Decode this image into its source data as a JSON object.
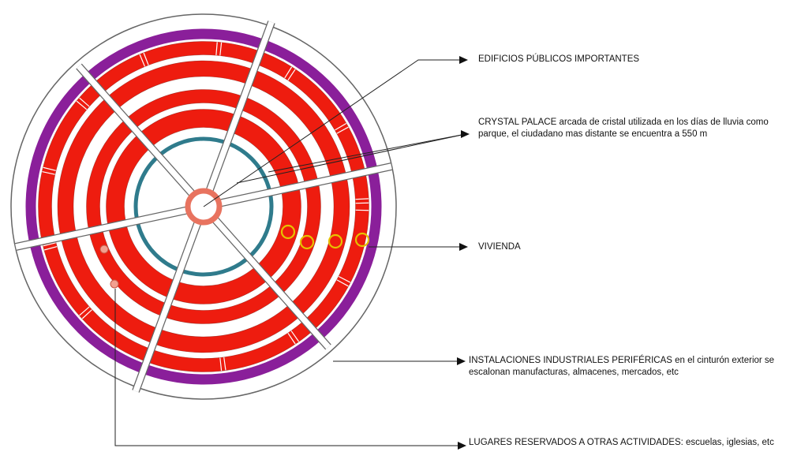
{
  "colors": {
    "housing_red": "#ee1c0f",
    "industrial_purple": "#8a1f9a",
    "crystal_palace_teal": "#2f7b8c",
    "center_salmon": "#e8735f",
    "marker_yellow": "#e6c100",
    "outline": "#555555"
  },
  "labels": {
    "public_buildings": "EDIFICIOS PÚBLICOS IMPORTANTES",
    "crystal_palace": "CRYSTAL PALACE arcada de cristal utilizada en los días de lluvia como parque, el ciudadano mas distante se encuentra a 550 m",
    "housing": "VIVIENDA",
    "industrial": "INSTALACIONES INDUSTRIALES PERIFÉRICAS en el cinturón exterior se escalonan manufacturas, almacenes, mercados, etc",
    "reserved": "LUGARES RESERVADOS A OTRAS ACTIVIDADES: escuelas, iglesias, etc"
  },
  "icons": [
    "arrow-right-icon"
  ]
}
